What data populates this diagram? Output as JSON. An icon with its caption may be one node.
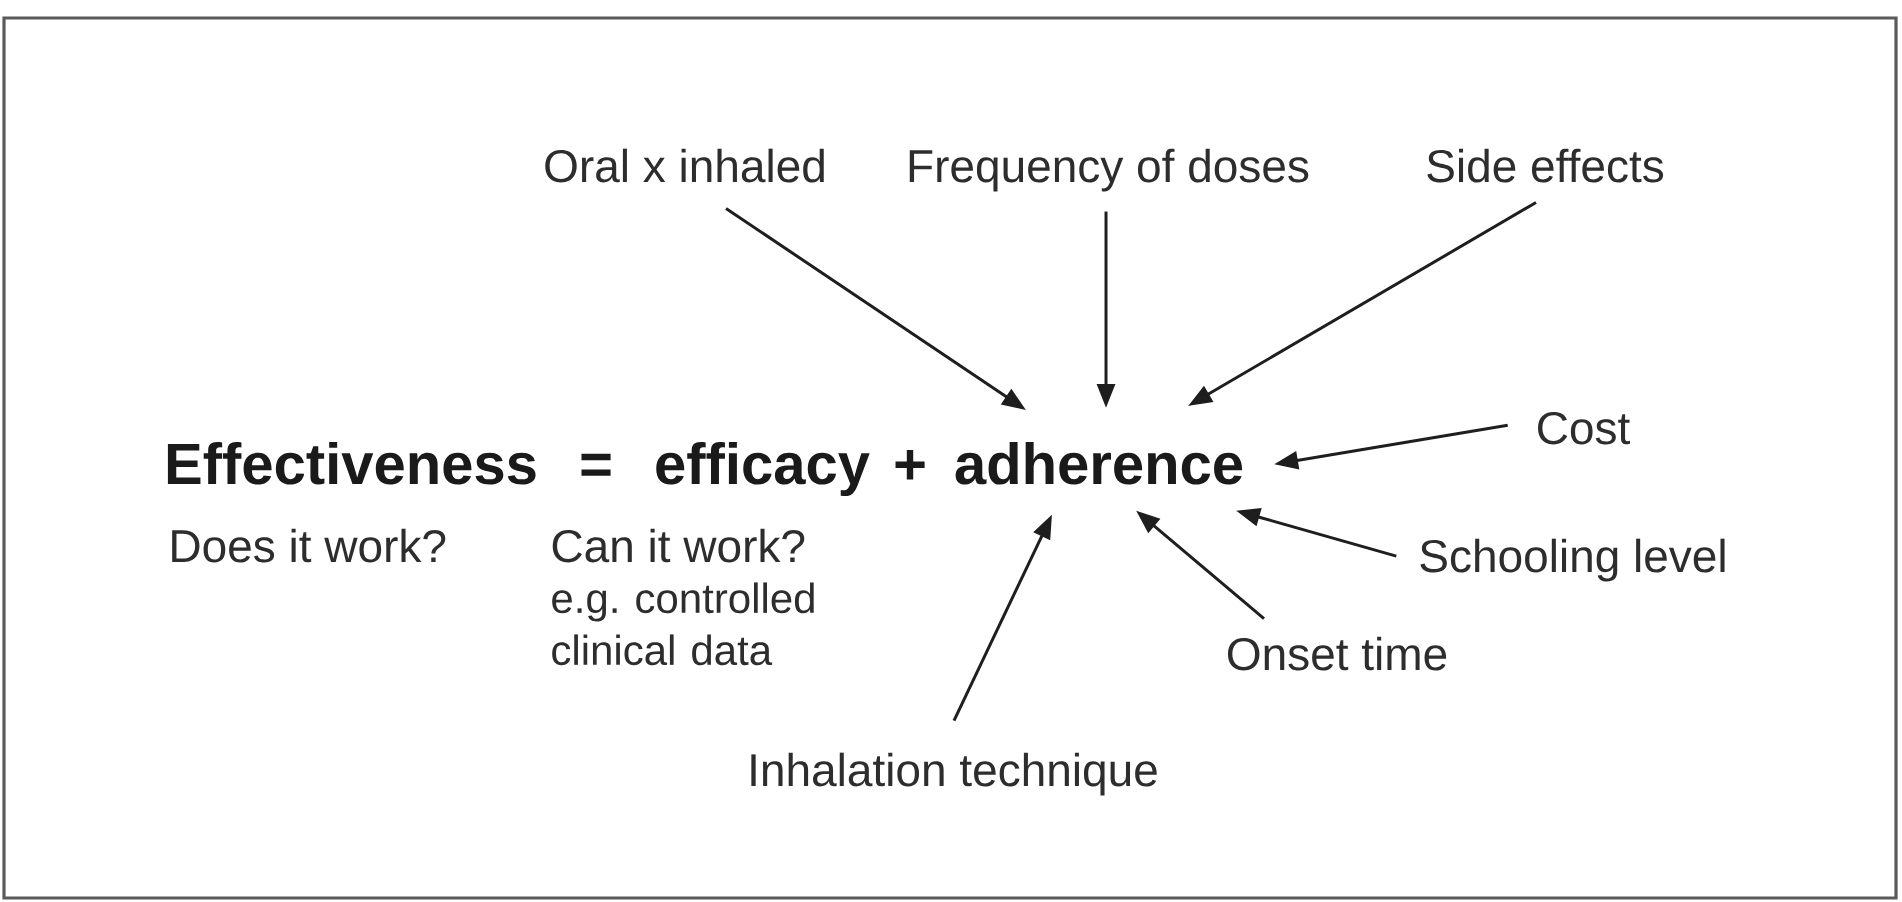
{
  "diagram": {
    "nodes": [
      {
        "text": [
          "Oral x inhaled"
        ]
      },
      {
        "text": [
          "Frequency of doses"
        ]
      },
      {
        "text": [
          "Side effects"
        ]
      },
      {
        "text": [
          "Cost"
        ]
      },
      {
        "text": [
          "Effectiveness"
        ],
        "beside": [
          "Does it work?"
        ]
      },
      {
        "text": [
          "efficacy"
        ],
        "beside": [
          "Can it work?",
          "e.g. controlled clinical data"
        ]
      },
      {
        "text": [
          "adherence"
        ]
      },
      {
        "text": [
          "Schooling level"
        ]
      },
      {
        "text": [
          "Onset time"
        ]
      },
      {
        "text": [
          "Inhalation technique"
        ]
      }
    ],
    "edges": [
      {
        "from": 0,
        "to": 6,
        "arrow": "to"
      },
      {
        "from": 1,
        "to": 6,
        "arrow": "to"
      },
      {
        "from": 2,
        "to": 6,
        "arrow": "to"
      },
      {
        "from": 3,
        "to": 6,
        "arrow": "to"
      },
      {
        "from": 7,
        "to": 6,
        "arrow": "to"
      },
      {
        "from": 8,
        "to": 6,
        "arrow": "to"
      },
      {
        "from": 9,
        "to": 6,
        "arrow": "to"
      }
    ],
    "labels": [
      "=",
      "+"
    ]
  }
}
